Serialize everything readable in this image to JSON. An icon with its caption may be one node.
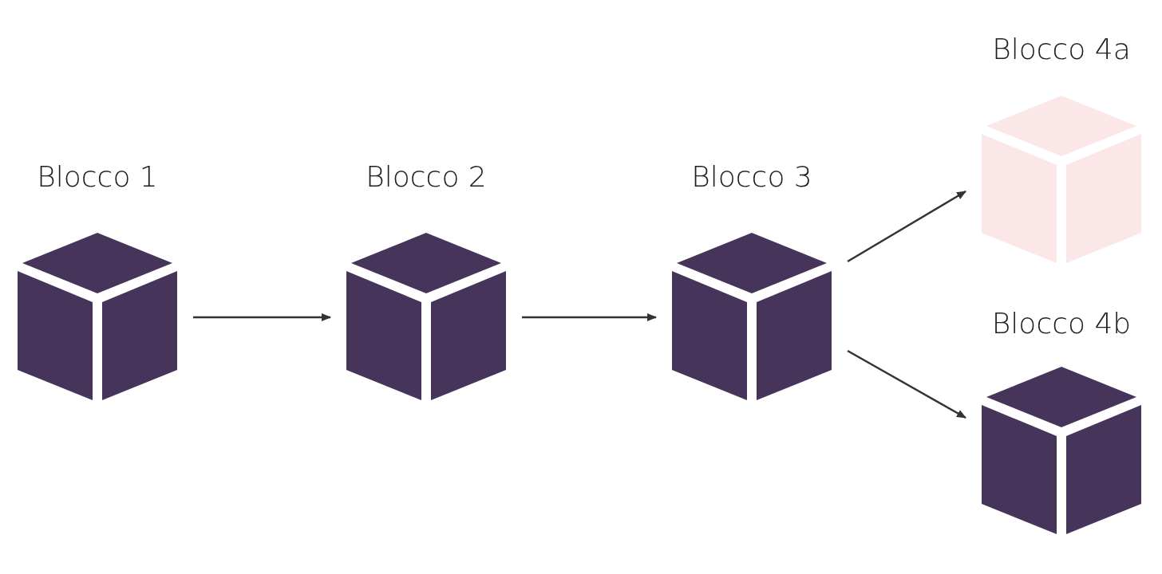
{
  "diagram": {
    "nodes": [
      {
        "text": [
          "Blocco 1"
        ]
      },
      {
        "text": [
          "Blocco 2"
        ]
      },
      {
        "text": [
          "Blocco 3"
        ]
      },
      {
        "text": [
          "Blocco 4a"
        ]
      },
      {
        "text": [
          "Blocco 4b"
        ]
      }
    ],
    "edges": [
      {
        "from": 0,
        "to": 1,
        "arrow": "to"
      },
      {
        "from": 1,
        "to": 2,
        "arrow": "to"
      },
      {
        "from": 2,
        "to": 3,
        "arrow": "to"
      },
      {
        "from": 2,
        "to": 4,
        "arrow": "to"
      }
    ]
  }
}
